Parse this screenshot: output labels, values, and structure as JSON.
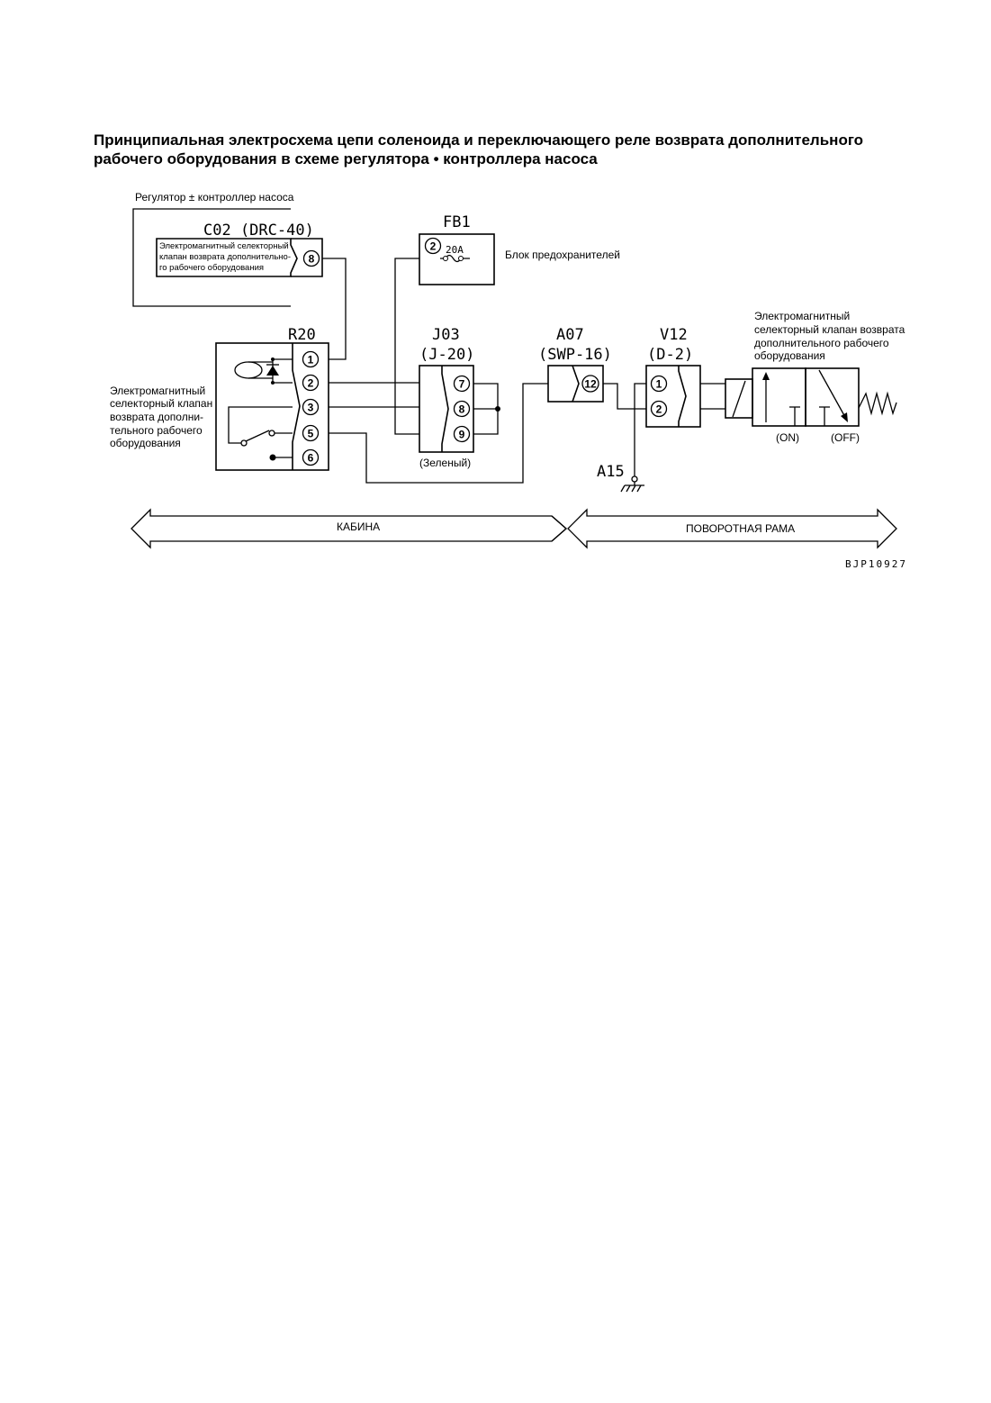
{
  "title": {
    "line1": "Принципиальная электросхема цепи соленоида и переключающего реле возврата дополнительного",
    "line2": "рабочего оборудования в схеме регулятора • контроллера насоса"
  },
  "controller": {
    "caption": "Регулятор ± контроллер насоса",
    "connector": "C02 (DRC-40)",
    "inner_lines": [
      "Электромагнитный селекторный",
      "клапан возврата дополнительно-",
      "го рабочего оборудования"
    ],
    "pin": "8"
  },
  "fuse_box": {
    "id": "FB1",
    "pin": "2",
    "rating": "20A",
    "label": "Блок предохранителей"
  },
  "relay": {
    "id": "R20",
    "pins": [
      "1",
      "2",
      "3",
      "5",
      "6"
    ],
    "side_label": [
      "Электромагнитный",
      "селекторный клапан",
      "возврата дополни-",
      "тельного рабочего",
      "оборудования"
    ]
  },
  "junction": {
    "id": "J03",
    "sub": "(J-20)",
    "pins": [
      "7",
      "8",
      "9"
    ],
    "color_note": "(Зеленый)"
  },
  "connector_a07": {
    "id": "A07",
    "sub": "(SWP-16)",
    "pin": "12"
  },
  "connector_v12": {
    "id": "V12",
    "sub": "(D-2)",
    "pins": [
      "1",
      "2"
    ]
  },
  "ground": {
    "id": "A15"
  },
  "solenoid": {
    "label": [
      "Электромагнитный",
      "селекторный клапан возврата",
      "дополнительного рабочего",
      "оборудования"
    ],
    "state_on": "(ON)",
    "state_off": "(OFF)"
  },
  "zones": {
    "left": "КАБИНА",
    "right": "ПОВОРОТНАЯ РАМА"
  },
  "figure_code": "BJP10927"
}
